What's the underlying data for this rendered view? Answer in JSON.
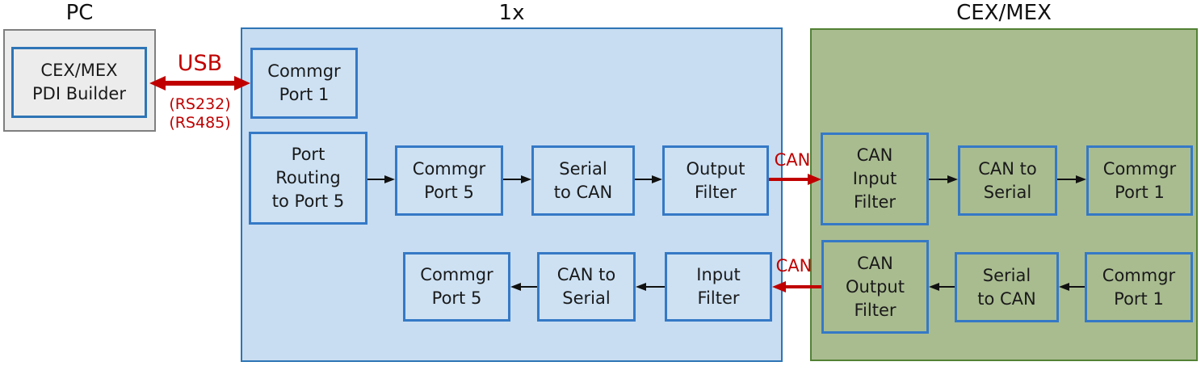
{
  "sections": {
    "pc_label": "PC",
    "autopilot_label": "1x",
    "device_label": "CEX/MEX"
  },
  "links": {
    "usb_label": "USB",
    "usb_sub1": "(RS232)",
    "usb_sub2": "(RS485)",
    "can_top_label": "CAN",
    "can_bottom_label": "CAN"
  },
  "boxes": {
    "pc_builder": "CEX/MEX\nPDI Builder",
    "ap_commgr1": "Commgr\nPort 1",
    "ap_port_routing": "Port\nRouting\nto Port 5",
    "ap_commgr5_tx": "Commgr\nPort 5",
    "ap_serial_to_can_tx": "Serial\nto CAN",
    "ap_output_filter": "Output\nFilter",
    "ap_commgr5_rx": "Commgr\nPort 5",
    "ap_can_to_serial_rx": "CAN to\nSerial",
    "ap_input_filter": "Input\nFilter",
    "dev_can_input_filter": "CAN\nInput\nFilter",
    "dev_can_to_serial_rx": "CAN to\nSerial",
    "dev_commgr1_rx": "Commgr\nPort 1",
    "dev_can_output_filter": "CAN\nOutput\nFilter",
    "dev_serial_to_can_tx": "Serial\nto CAN",
    "dev_commgr1_tx": "Commgr\nPort 1"
  },
  "colors": {
    "red_accent": "#c00000",
    "blue_frame_fill": "#c8ddf1",
    "blue_frame_border": "#2e75b6",
    "inner_box_border": "#3579c6",
    "green_frame_fill": "#a9bc90",
    "green_frame_border": "#538135",
    "gray_frame_fill": "#ececec",
    "gray_frame_border": "#7f7f7f"
  }
}
